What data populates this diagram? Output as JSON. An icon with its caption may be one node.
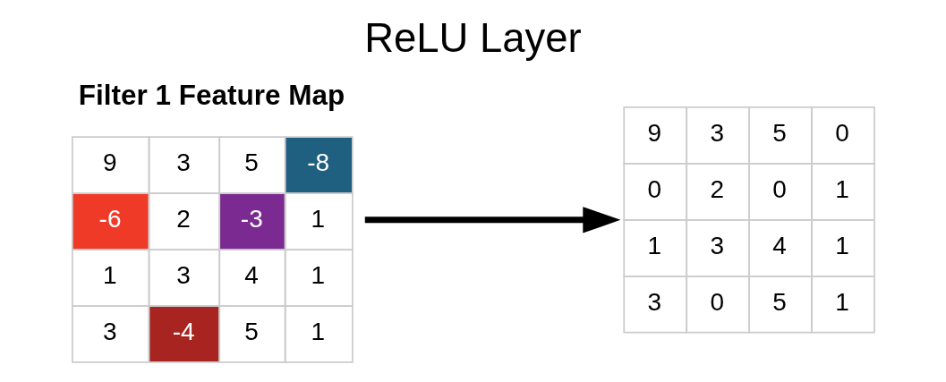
{
  "diagram": {
    "title": "ReLU Layer",
    "nodes": [
      {
        "text": [
          "Filter 1 Feature Map",
          "9",
          "3",
          "5",
          "-8",
          "-6",
          "2",
          "-3",
          "1",
          "1",
          "3",
          "4",
          "1",
          "3",
          "-4",
          "5",
          "1"
        ]
      },
      {
        "text": [
          "9",
          "3",
          "5",
          "0",
          "0",
          "2",
          "0",
          "1",
          "1",
          "3",
          "4",
          "1",
          "3",
          "0",
          "5",
          "1"
        ]
      }
    ],
    "edges": [
      {
        "from": 0,
        "to": 1,
        "arrow": "to"
      }
    ]
  }
}
